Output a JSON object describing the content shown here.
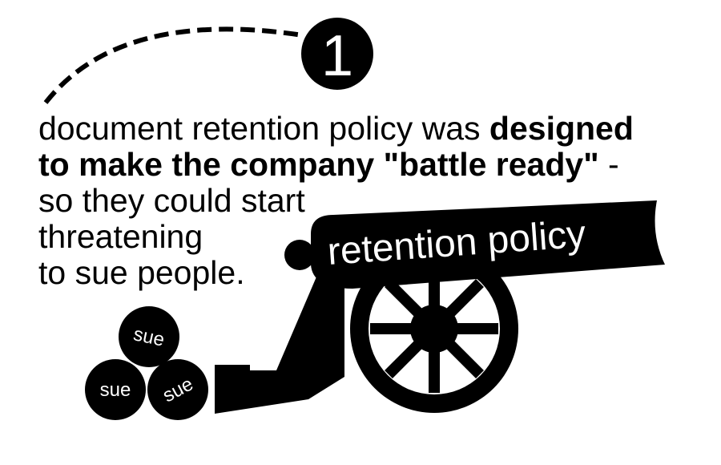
{
  "step": {
    "number": "1"
  },
  "caption": {
    "line1_regular": "document retention policy was ",
    "line1_bold": "designed",
    "line2_bold": "to make the company \"battle ready\"",
    "line2_regular": " -",
    "line3": "so they could start",
    "line4": "threatening",
    "line5": "to sue people."
  },
  "cannon": {
    "barrel_label": "retention policy"
  },
  "cannonballs": [
    {
      "label": "sue"
    },
    {
      "label": "sue"
    },
    {
      "label": "sue"
    }
  ],
  "colors": {
    "ink": "#000000",
    "paper": "#ffffff"
  }
}
